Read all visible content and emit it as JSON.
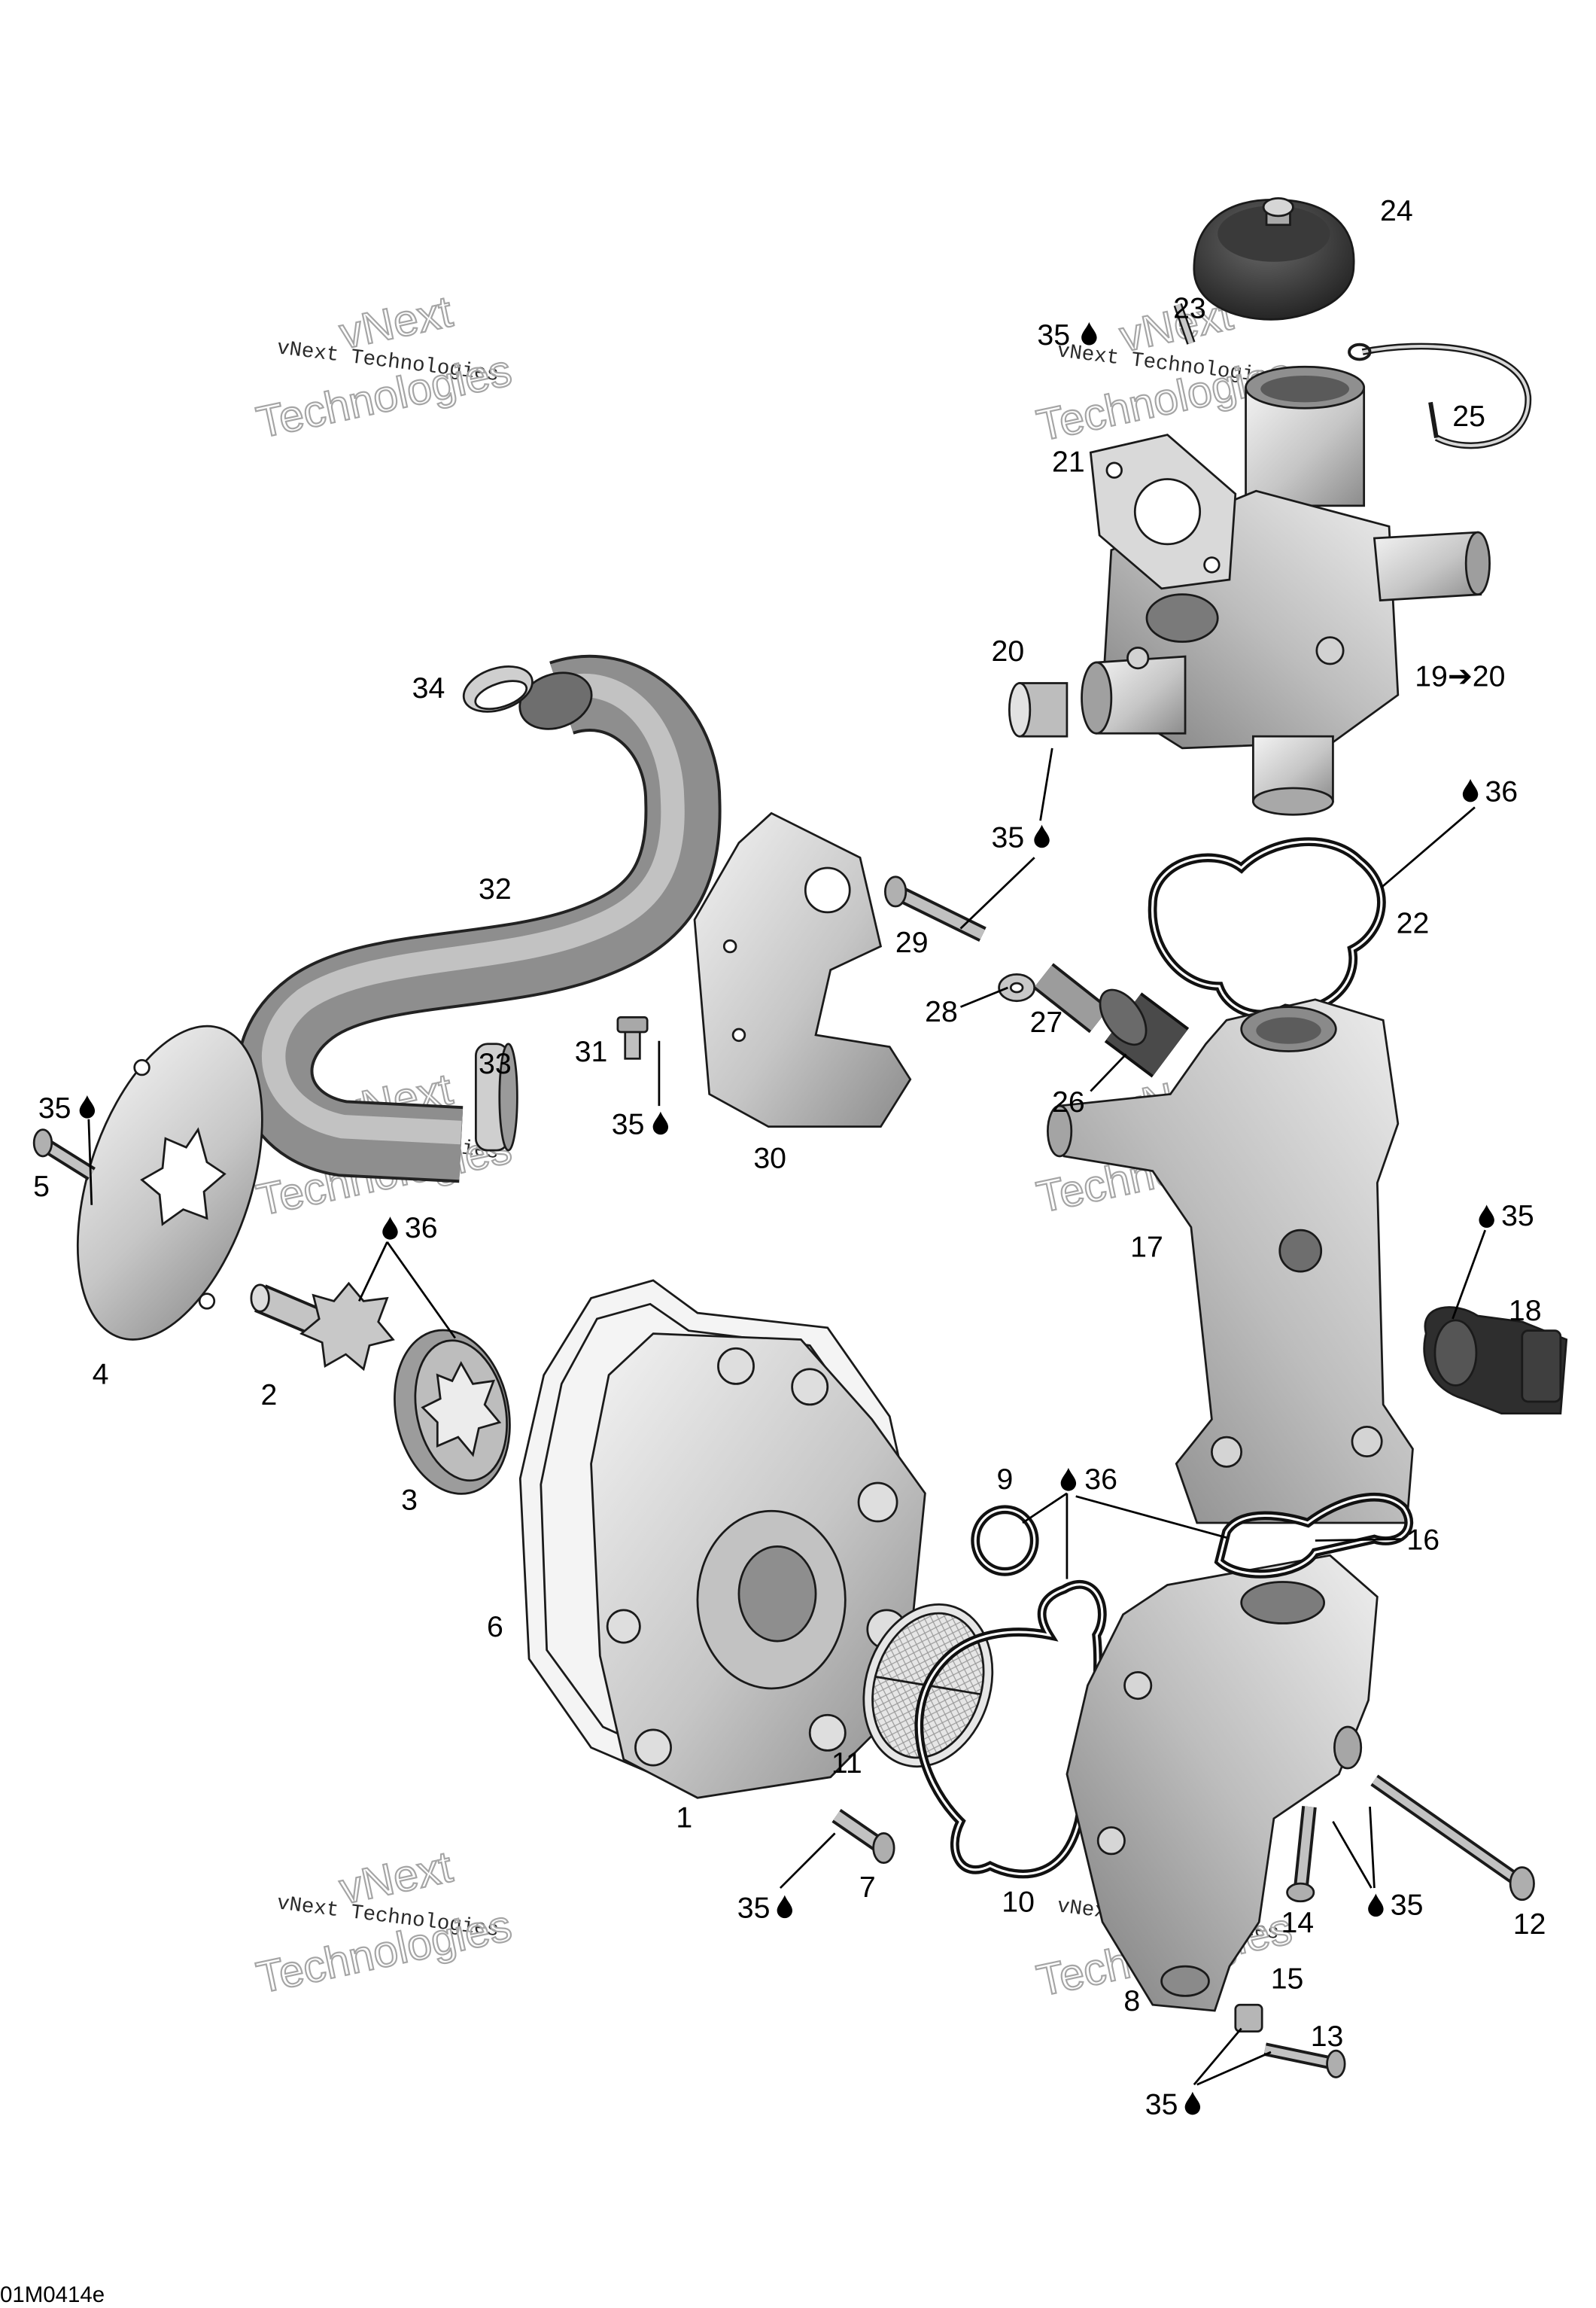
{
  "diagram_id": "01M0414e",
  "watermark": {
    "caption": "vNext Technologies",
    "line1": "vNext",
    "line2": "Technologies"
  },
  "callouts": {
    "1": "1",
    "2": "2",
    "3": "3",
    "4": "4",
    "5": "5",
    "6": "6",
    "7": "7",
    "8": "8",
    "9": "9",
    "10": "10",
    "11": "11",
    "12": "12",
    "13": "13",
    "14": "14",
    "15": "15",
    "16": "16",
    "17": "17",
    "18": "18",
    "20": "20",
    "21": "21",
    "22": "22",
    "23": "23",
    "24": "24",
    "25": "25",
    "26": "26",
    "27": "27",
    "28": "28",
    "29": "29",
    "30": "30",
    "31": "31",
    "32": "32",
    "33": "33",
    "34": "34"
  },
  "callout_19_20": "19➔20",
  "lubricant": {
    "35": "35",
    "36": "36"
  },
  "icons": {
    "lubricant": "drop-icon"
  }
}
